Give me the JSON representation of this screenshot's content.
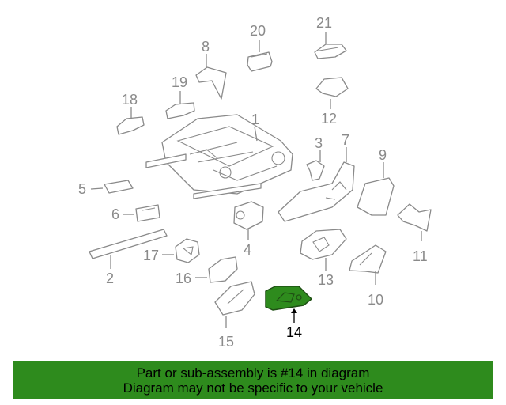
{
  "parts": [
    {
      "id": "1",
      "label": "1",
      "highlighted": false
    },
    {
      "id": "2",
      "label": "2",
      "highlighted": false
    },
    {
      "id": "3",
      "label": "3",
      "highlighted": false
    },
    {
      "id": "4",
      "label": "4",
      "highlighted": false
    },
    {
      "id": "5",
      "label": "5",
      "highlighted": false
    },
    {
      "id": "6",
      "label": "6",
      "highlighted": false
    },
    {
      "id": "7",
      "label": "7",
      "highlighted": false
    },
    {
      "id": "8",
      "label": "8",
      "highlighted": false
    },
    {
      "id": "9",
      "label": "9",
      "highlighted": false
    },
    {
      "id": "10",
      "label": "10",
      "highlighted": false
    },
    {
      "id": "11",
      "label": "11",
      "highlighted": false
    },
    {
      "id": "12",
      "label": "12",
      "highlighted": false
    },
    {
      "id": "13",
      "label": "13",
      "highlighted": false
    },
    {
      "id": "14",
      "label": "14",
      "highlighted": true
    },
    {
      "id": "15",
      "label": "15",
      "highlighted": false
    },
    {
      "id": "16",
      "label": "16",
      "highlighted": false
    },
    {
      "id": "17",
      "label": "17",
      "highlighted": false
    },
    {
      "id": "18",
      "label": "18",
      "highlighted": false
    },
    {
      "id": "19",
      "label": "19",
      "highlighted": false
    },
    {
      "id": "20",
      "label": "20",
      "highlighted": false
    },
    {
      "id": "21",
      "label": "21",
      "highlighted": false
    }
  ],
  "banner": {
    "line1": "Part or sub-assembly is #14 in diagram",
    "line2": "Diagram may not be specific to your vehicle"
  },
  "colors": {
    "highlight": "#2e8b1d",
    "line_art": "#8a8a8a",
    "banner_background": "#2e8b1d"
  }
}
